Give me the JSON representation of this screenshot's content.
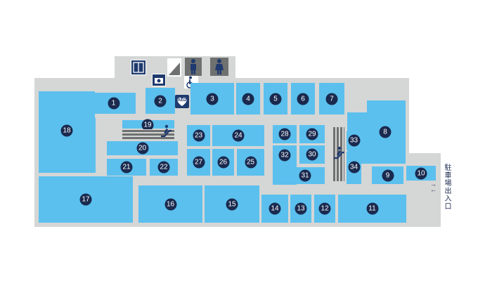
{
  "shops": [
    {
      "id": "1",
      "label": "1"
    },
    {
      "id": "2",
      "label": "2"
    },
    {
      "id": "3",
      "label": "3"
    },
    {
      "id": "4",
      "label": "4"
    },
    {
      "id": "5",
      "label": "5"
    },
    {
      "id": "6",
      "label": "6"
    },
    {
      "id": "7",
      "label": "7"
    },
    {
      "id": "8",
      "label": "8"
    },
    {
      "id": "9",
      "label": "9"
    },
    {
      "id": "10",
      "label": "10"
    },
    {
      "id": "11",
      "label": "11"
    },
    {
      "id": "12",
      "label": "12"
    },
    {
      "id": "13",
      "label": "13"
    },
    {
      "id": "14",
      "label": "14"
    },
    {
      "id": "15",
      "label": "15"
    },
    {
      "id": "16",
      "label": "16"
    },
    {
      "id": "17",
      "label": "17"
    },
    {
      "id": "18",
      "label": "18"
    },
    {
      "id": "19",
      "label": "19"
    },
    {
      "id": "20",
      "label": "20"
    },
    {
      "id": "21",
      "label": "21"
    },
    {
      "id": "22",
      "label": "22"
    },
    {
      "id": "23",
      "label": "23"
    },
    {
      "id": "24",
      "label": "24"
    },
    {
      "id": "25",
      "label": "25"
    },
    {
      "id": "26",
      "label": "26"
    },
    {
      "id": "27",
      "label": "27"
    },
    {
      "id": "28",
      "label": "28"
    },
    {
      "id": "29",
      "label": "29"
    },
    {
      "id": "30",
      "label": "30"
    },
    {
      "id": "31",
      "label": "31"
    },
    {
      "id": "32",
      "label": "32"
    },
    {
      "id": "33",
      "label": "33"
    },
    {
      "id": "34",
      "label": "34"
    }
  ],
  "facilities": {
    "aed_label": "AED",
    "icons": [
      "elevator-icon",
      "camera-icon",
      "stairs-icon",
      "male-restroom-icon",
      "female-restroom-icon",
      "wheelchair-icon",
      "aed-icon",
      "escalator-icon"
    ]
  },
  "parking": {
    "label": "駐車場出入口",
    "arrows": [
      "→",
      "←"
    ]
  },
  "colors": {
    "shop": "#5bc0ee",
    "floor": "#d5d6d6",
    "badge": "#1a2a4f",
    "icon_bg": "#1f3a6e"
  }
}
